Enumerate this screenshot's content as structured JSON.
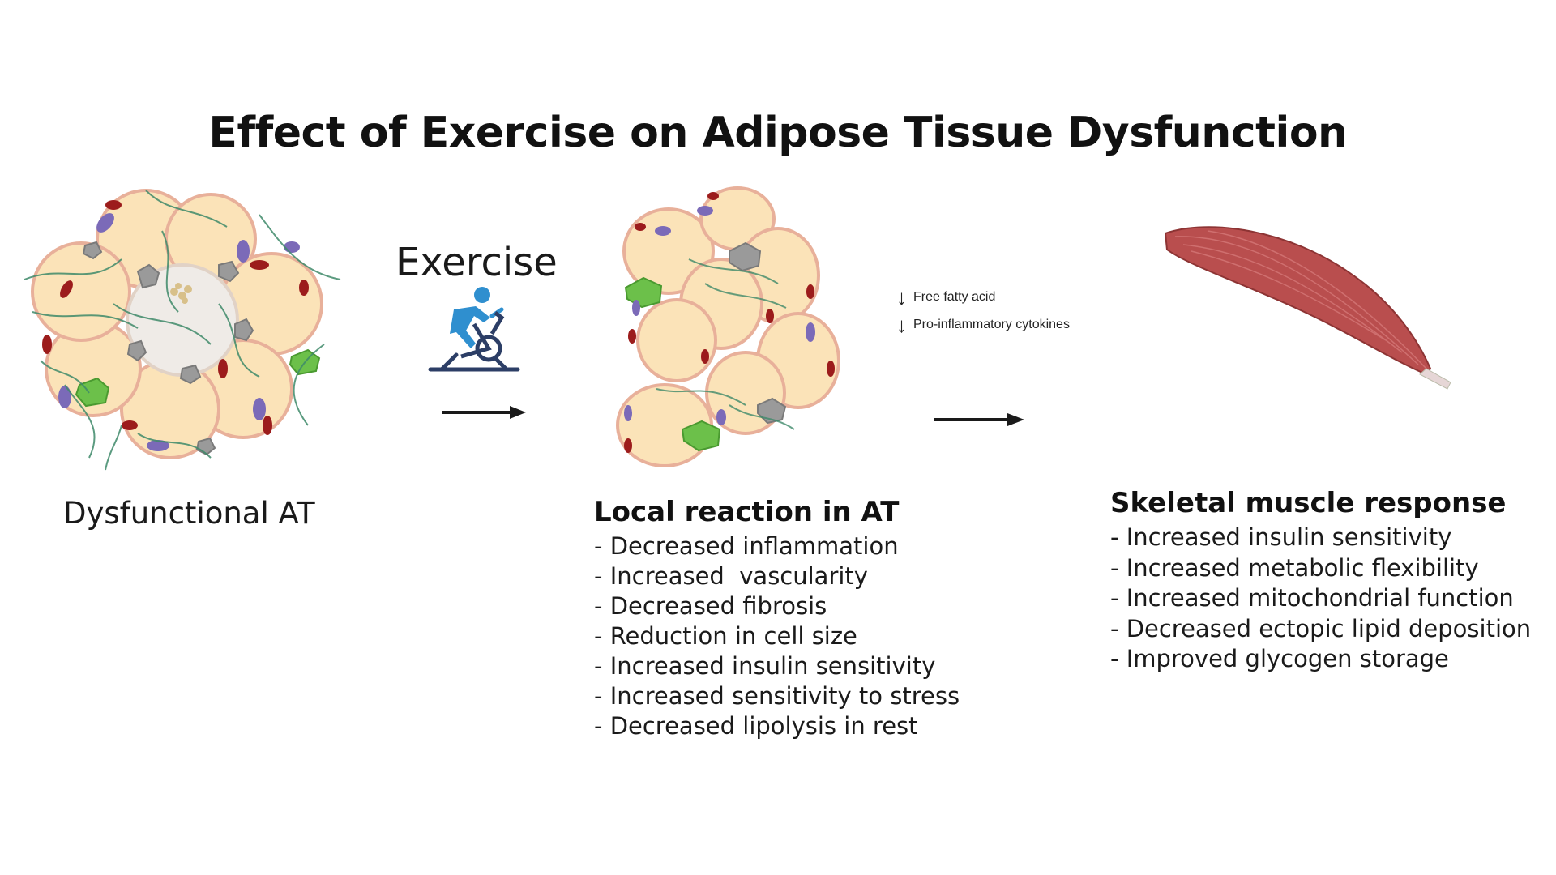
{
  "title": "Effect of Exercise on Adipose Tissue Dysfunction",
  "dysfunctional": {
    "label": "Dysfunctional AT"
  },
  "exercise": {
    "label": "Exercise",
    "icon": "cyclist-icon",
    "icon_color": "#2f8fcf"
  },
  "local_reaction": {
    "heading": "Local reaction in AT",
    "items": [
      "Decreased inflammation",
      "Increased  vascularity",
      "Decreased fibrosis",
      "Reduction in cell size",
      "Increased insulin sensitivity",
      "Increased sensitivity to stress",
      "Decreased lipolysis in rest"
    ]
  },
  "decreases": {
    "items": [
      "Free fatty acid",
      "Pro-inflammatory cytokines"
    ]
  },
  "muscle_response": {
    "heading": "Skeletal muscle response",
    "items": [
      "Increased insulin sensitivity",
      "Increased metabolic flexibility",
      "Increased mitochondrial function",
      "Decreased ectopic lipid deposition",
      "Improved glycogen storage"
    ]
  },
  "colors": {
    "adipocyte": "#fbe3b8",
    "membrane": "#e8b09a",
    "fibrosis": "#3f8a6a",
    "macrophage": "#9a9a9a",
    "green_cell": "#6cc04a",
    "red_cell": "#9c1c1c",
    "nucleus_purple": "#7b6ab8",
    "muscle": "#b94e4e",
    "arrow": "#1a1a1a"
  }
}
